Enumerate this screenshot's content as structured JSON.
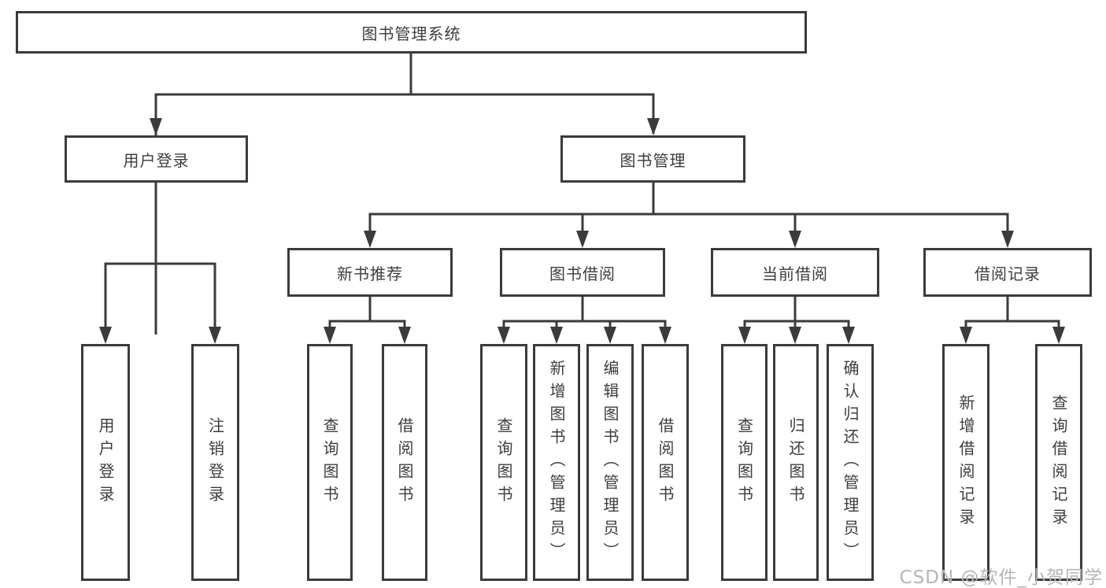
{
  "watermark": "CSDN @软件_小贺同学",
  "colors": {
    "line": "#3b3b3b",
    "text": "#3d3d3d",
    "background": "#ffffff",
    "watermark": "#b2b7bb"
  },
  "tree": {
    "label": "图书管理系统",
    "children": [
      {
        "label": "用户登录",
        "children": [
          {
            "label": "用户登录"
          },
          {
            "label": "注销登录"
          }
        ]
      },
      {
        "label": "图书管理",
        "children": [
          {
            "label": "新书推荐",
            "children": [
              {
                "label": "查询图书"
              },
              {
                "label": "借阅图书"
              }
            ]
          },
          {
            "label": "图书借阅",
            "children": [
              {
                "label": "查询图书"
              },
              {
                "label": "新增图书（管理员）"
              },
              {
                "label": "编辑图书（管理员）"
              },
              {
                "label": "借阅图书"
              }
            ]
          },
          {
            "label": "当前借阅",
            "children": [
              {
                "label": "查询图书"
              },
              {
                "label": "归还图书"
              },
              {
                "label": "确认归还（管理员）"
              }
            ]
          },
          {
            "label": "借阅记录",
            "children": [
              {
                "label": "新增借阅记录"
              },
              {
                "label": "查询借阅记录"
              }
            ]
          }
        ]
      }
    ]
  }
}
